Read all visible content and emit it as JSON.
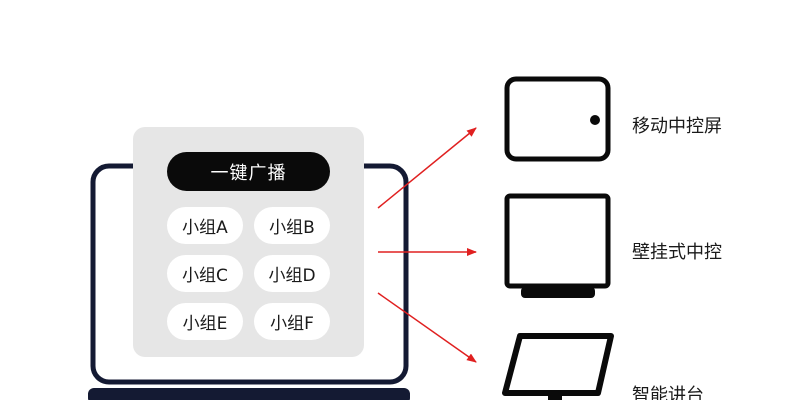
{
  "panel": {
    "broadcast_label": "一键广播",
    "groups": [
      "小组A",
      "小组B",
      "小组C",
      "小组D",
      "小组E",
      "小组F"
    ]
  },
  "devices": [
    {
      "label": "移动中控屏",
      "icon": "tablet-icon"
    },
    {
      "label": "壁挂式中控",
      "icon": "wall-panel-icon"
    },
    {
      "label": "智能讲台",
      "icon": "smart-podium-icon"
    }
  ],
  "colors": {
    "laptop_frame": "#141a33",
    "arrow": "#e02020",
    "panel_bg": "#e6e6e6",
    "button_bg": "#0a0a0a",
    "device_stroke": "#0a0a0a"
  }
}
